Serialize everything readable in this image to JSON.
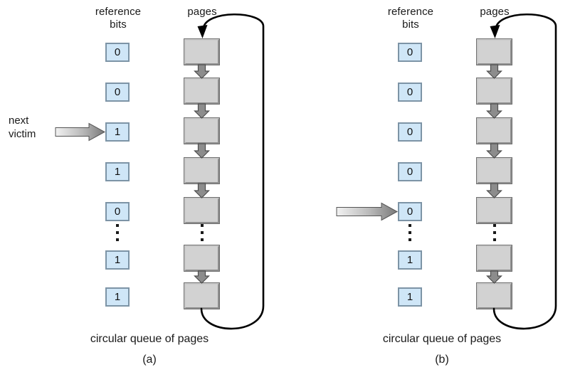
{
  "figure": {
    "title": "second-chance (clock) page-replacement algorithm",
    "colors": {
      "bit_fill": "#cfe6f7",
      "bit_border": "#7d94a6",
      "page_fill": "#d2d2d2",
      "page_border": "#6f6f6f",
      "arrow_fill": "#8c8c8c",
      "loop_stroke": "#000000",
      "background": "#ffffff"
    }
  },
  "panels": [
    {
      "id": "a",
      "caption_queue": "circular queue of pages",
      "caption_id": "(a)",
      "headings": {
        "bits": "reference\nbits",
        "pages": "pages"
      },
      "pointer": {
        "label": "next\nvictim",
        "target_index": 2,
        "visible_label": true
      },
      "reference_bits": [
        {
          "index": 0,
          "value": "0"
        },
        {
          "index": 1,
          "value": "0"
        },
        {
          "index": 2,
          "value": "1"
        },
        {
          "index": 3,
          "value": "1"
        },
        {
          "index": 4,
          "value": "0"
        },
        {
          "index": 5,
          "value": "1"
        },
        {
          "index": 6,
          "value": "1"
        }
      ],
      "ellipsis_after_index": 4,
      "page_count": 7
    },
    {
      "id": "b",
      "caption_queue": "circular queue of pages",
      "caption_id": "(b)",
      "headings": {
        "bits": "reference\nbits",
        "pages": "pages"
      },
      "pointer": {
        "label": "",
        "target_index": 4,
        "visible_label": false
      },
      "reference_bits": [
        {
          "index": 0,
          "value": "0"
        },
        {
          "index": 1,
          "value": "0"
        },
        {
          "index": 2,
          "value": "0"
        },
        {
          "index": 3,
          "value": "0"
        },
        {
          "index": 4,
          "value": "0"
        },
        {
          "index": 5,
          "value": "1"
        },
        {
          "index": 6,
          "value": "1"
        }
      ],
      "ellipsis_after_index": 4,
      "page_count": 7
    }
  ]
}
